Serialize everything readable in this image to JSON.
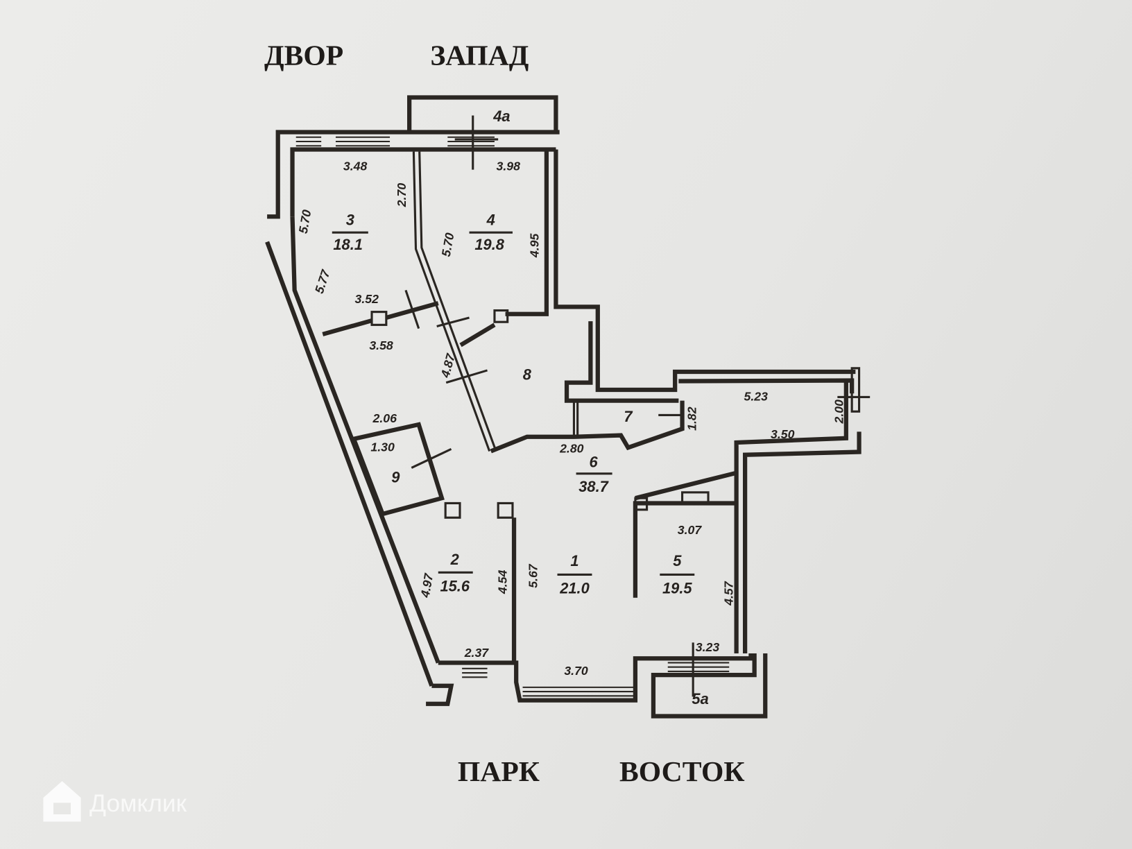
{
  "directions": {
    "top_left": "ДВОР",
    "top_right": "ЗАПАД",
    "bottom_left": "ПАРК",
    "bottom_right": "ВОСТОК"
  },
  "rooms": [
    {
      "id": "3",
      "area": "18.1"
    },
    {
      "id": "4",
      "area": "19.8"
    },
    {
      "id": "8"
    },
    {
      "id": "7"
    },
    {
      "id": "6",
      "area": "38.7"
    },
    {
      "id": "9"
    },
    {
      "id": "2",
      "area": "15.6"
    },
    {
      "id": "1",
      "area": "21.0"
    },
    {
      "id": "5",
      "area": "19.5"
    },
    {
      "id": "4а"
    },
    {
      "id": "5а"
    }
  ],
  "dimensions": [
    "3.48",
    "3.98",
    "2.70",
    "5.70",
    "5.77",
    "5.70",
    "4.95",
    "3.52",
    "3.58",
    "4.87",
    "5.23",
    "1.82",
    "2.00",
    "3.50",
    "2.80",
    "2.06",
    "1.30",
    "3.07",
    "4.97",
    "4.54",
    "5.67",
    "4.57",
    "2.37",
    "3.23",
    "3.70"
  ],
  "watermark": "Домклик"
}
